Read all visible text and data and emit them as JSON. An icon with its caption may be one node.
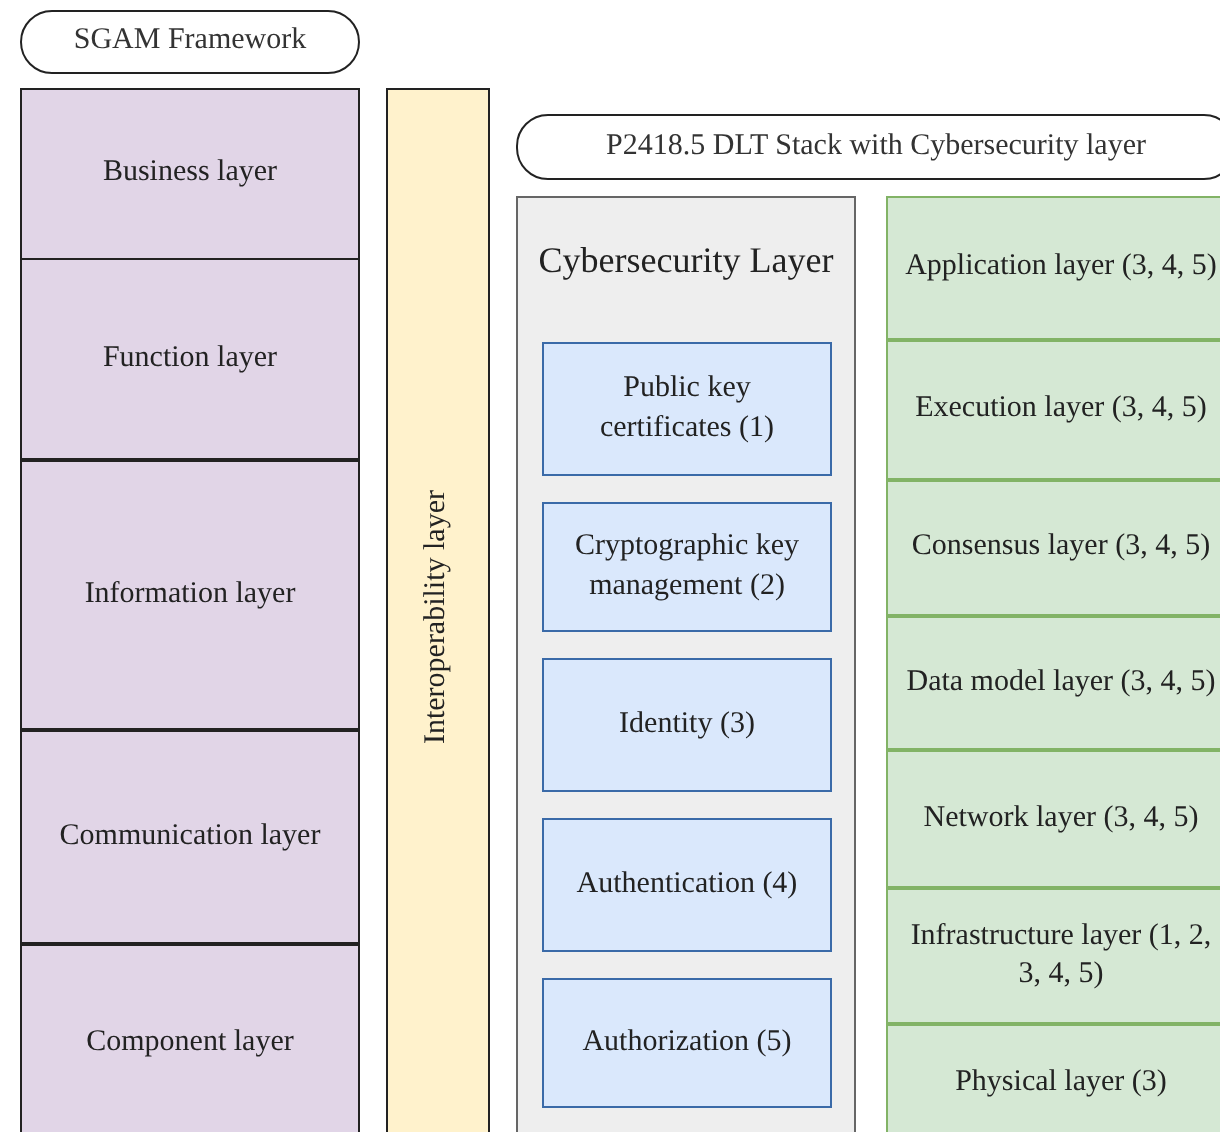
{
  "diagram": {
    "nodes": [
      {
        "text": [
          "SGAM Framework"
        ]
      },
      {
        "text": [
          "Business layer"
        ]
      },
      {
        "text": [
          "Function layer"
        ]
      },
      {
        "text": [
          "Information layer"
        ]
      },
      {
        "text": [
          "Communication layer"
        ]
      },
      {
        "text": [
          "Component layer"
        ]
      },
      {
        "text": [
          "Interoperability layer"
        ]
      },
      {
        "text": [
          "P2418.5 DLT Stack with Cybersecurity layer"
        ]
      },
      {
        "text": [
          "Cybersecurity Layer"
        ]
      },
      {
        "text": [
          "Public key certificates (1)"
        ],
        "in": 8
      },
      {
        "text": [
          "Cryptographic key management (2)"
        ],
        "in": 8
      },
      {
        "text": [
          "Identity (3)"
        ],
        "in": 8
      },
      {
        "text": [
          "Authentication (4)"
        ],
        "in": 8
      },
      {
        "text": [
          "Authorization (5)"
        ],
        "in": 8
      },
      {
        "text": [
          "Application layer (3, 4, 5)"
        ]
      },
      {
        "text": [
          "Execution layer (3, 4, 5)"
        ]
      },
      {
        "text": [
          "Consensus layer (3, 4, 5)"
        ]
      },
      {
        "text": [
          "Data model layer (3, 4, 5)"
        ]
      },
      {
        "text": [
          "Network layer (3, 4, 5)"
        ]
      },
      {
        "text": [
          "Infrastructure layer (1, 2, 3, 4, 5)"
        ]
      },
      {
        "text": [
          "Physical layer (3)"
        ]
      }
    ],
    "edges": []
  }
}
